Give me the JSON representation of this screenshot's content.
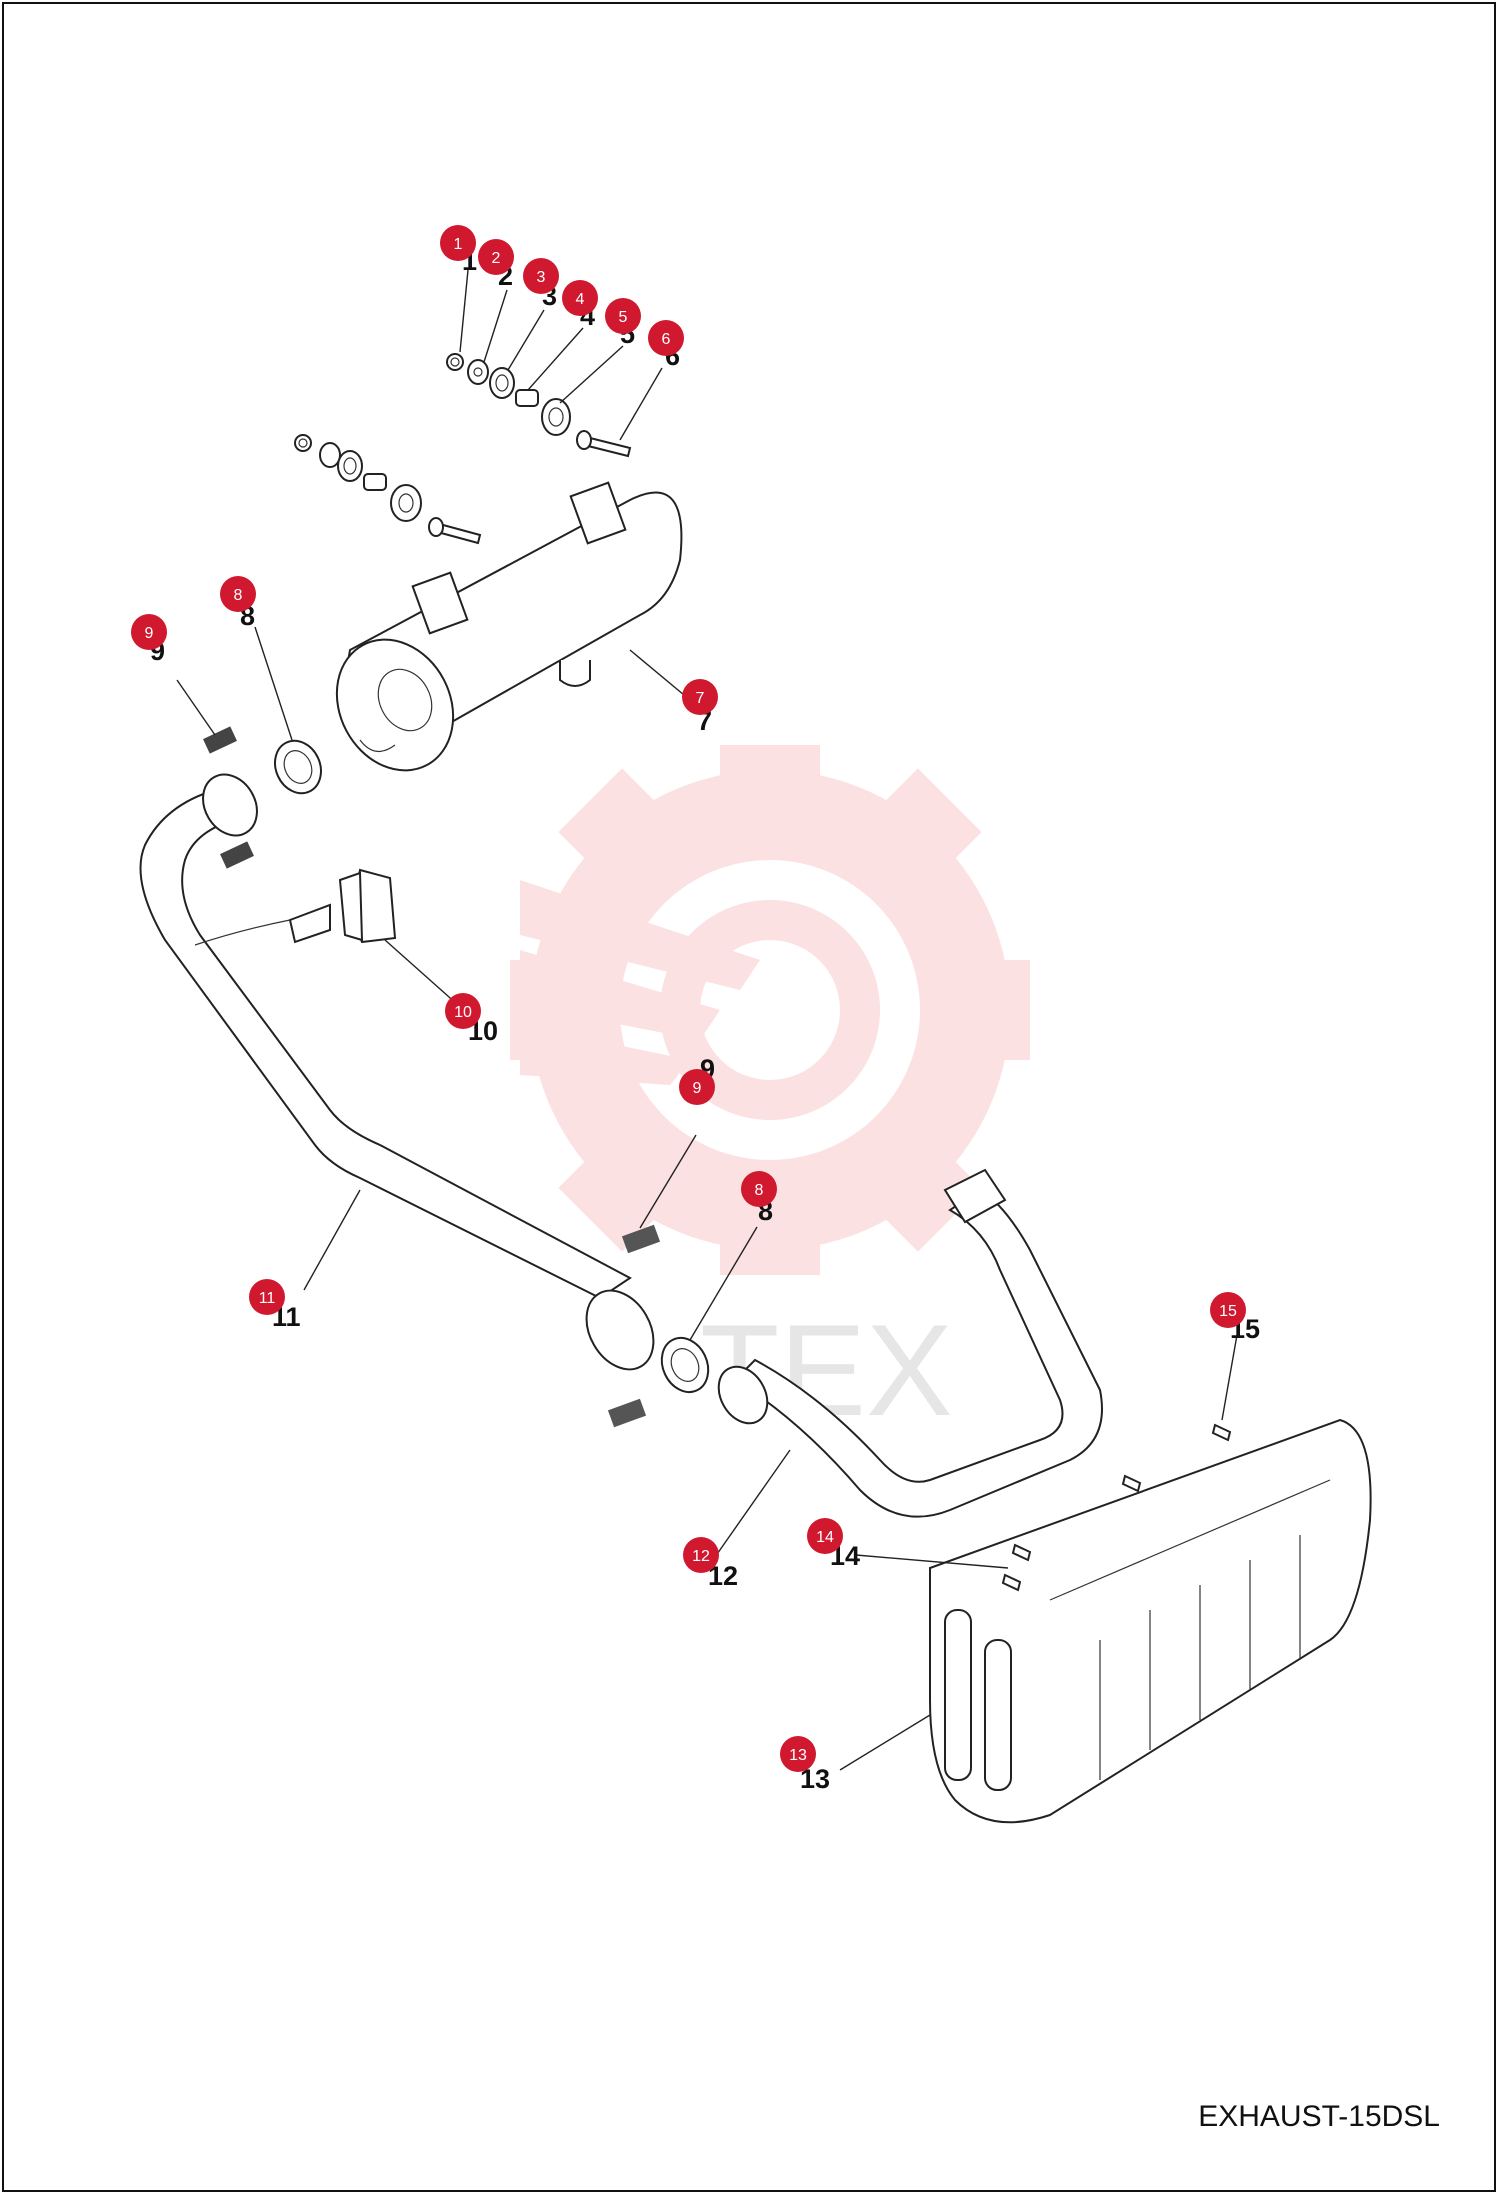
{
  "caption": "EXHAUST-15DSL",
  "watermark_text": "TEX",
  "colors": {
    "marker": "#d0182f",
    "watermark": "#f8c9ca",
    "line": "#222222"
  },
  "callouts": [
    {
      "n": "1"
    },
    {
      "n": "2"
    },
    {
      "n": "3"
    },
    {
      "n": "4"
    },
    {
      "n": "5"
    },
    {
      "n": "6"
    },
    {
      "n": "7"
    },
    {
      "n": "8"
    },
    {
      "n": "9"
    },
    {
      "n": "10"
    },
    {
      "n": "9"
    },
    {
      "n": "8"
    },
    {
      "n": "11"
    },
    {
      "n": "12"
    },
    {
      "n": "14"
    },
    {
      "n": "15"
    },
    {
      "n": "13"
    }
  ]
}
